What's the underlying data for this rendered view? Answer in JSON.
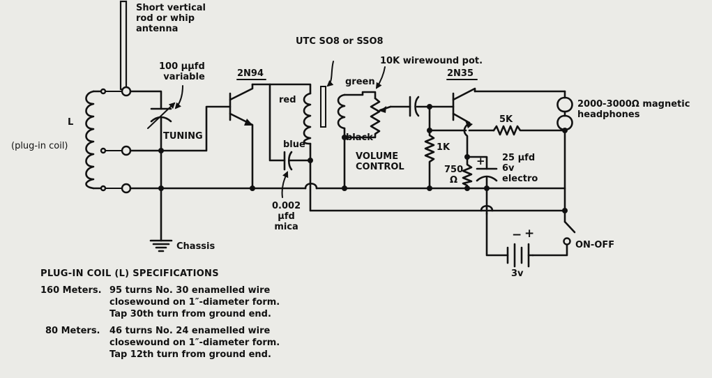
{
  "labels": {
    "antenna": [
      "Short vertical",
      "rod or whip",
      "antenna"
    ],
    "coil_letter": "L",
    "coil_name": "(plug-in coil)",
    "tuning_cap": [
      "100 µµfd",
      "variable"
    ],
    "tuning": "TUNING",
    "transistor1": "2N94",
    "transistor2": "2N35",
    "transformer": "UTC SO8 or SSO8",
    "pot": "10K wirewound pot.",
    "wire_red": "red",
    "wire_blue": "blue",
    "wire_green": "green",
    "wire_black": "black",
    "volume": [
      "VOLUME",
      "CONTROL"
    ],
    "mica_cap": [
      "0.002",
      "µfd",
      "mica"
    ],
    "r_1k": "1K",
    "r_750": [
      "750",
      "Ω"
    ],
    "r_5k": "5K",
    "electro_cap": [
      "25 µfd",
      "6v",
      "electro"
    ],
    "headphones": [
      "2000-3000Ω magnetic",
      "headphones"
    ],
    "battery_minus": "−",
    "battery_plus": "+",
    "battery_voltage": "3v",
    "switch": "ON-OFF",
    "chassis": "Chassis"
  },
  "specs": {
    "title": "PLUG-IN COIL (L) SPECIFICATIONS",
    "rows": [
      {
        "band": "160 Meters.",
        "lines": [
          "95 turns No. 30 enamelled wire",
          "closewound on 1″-diameter form.",
          "Tap 30th turn from ground end."
        ]
      },
      {
        "band": "80 Meters.",
        "lines": [
          "46 turns No. 24 enamelled wire",
          "closewound on 1″-diameter form.",
          "Tap 12th turn from ground end."
        ]
      }
    ]
  }
}
